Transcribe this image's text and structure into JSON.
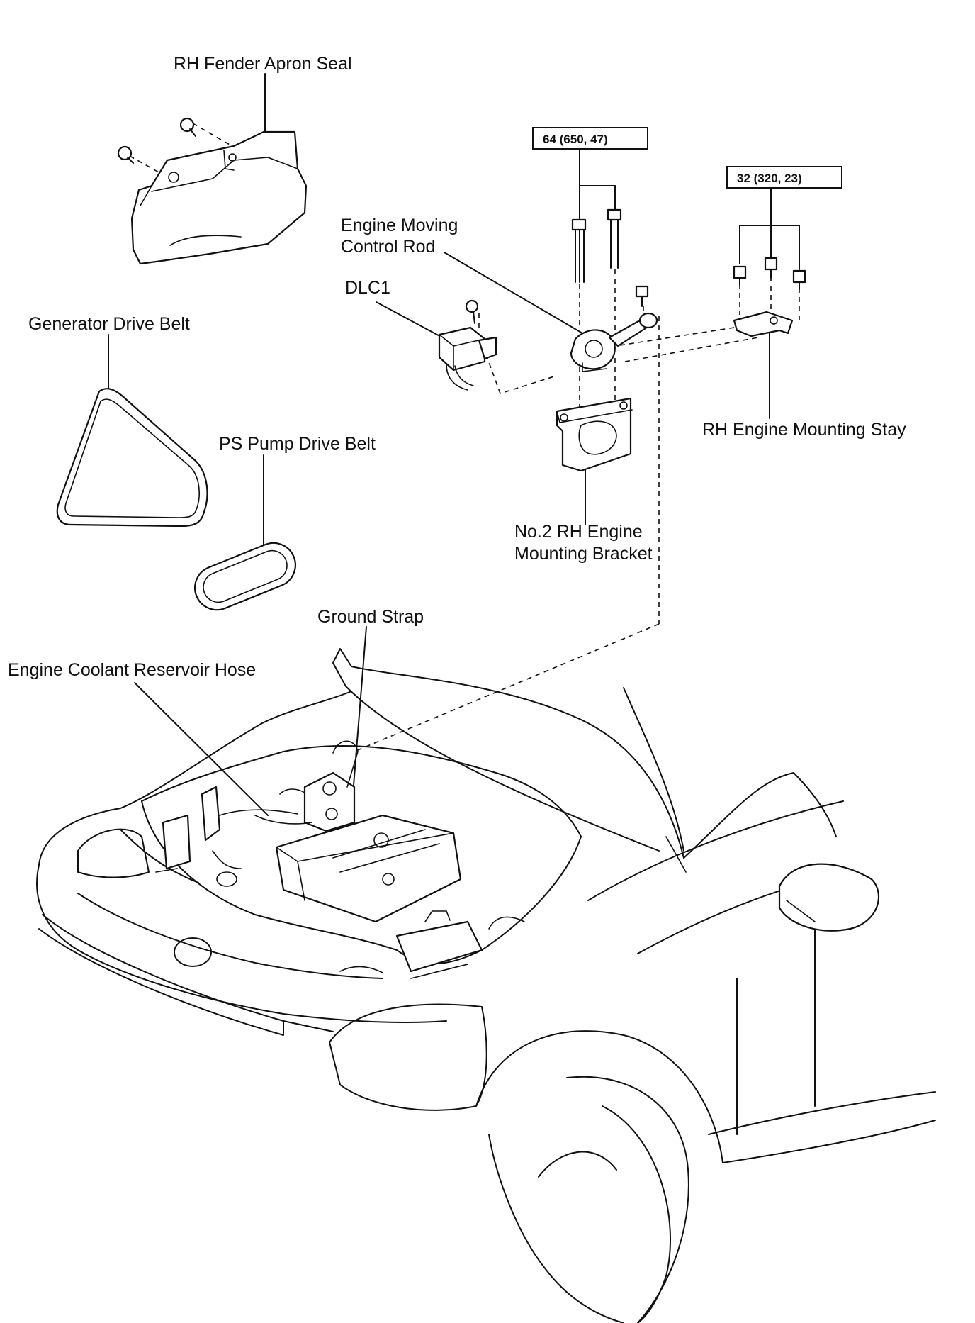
{
  "labels": {
    "fender_seal": "RH Fender Apron Seal",
    "control_rod_line1": "Engine Moving",
    "control_rod_line2": "Control Rod",
    "dlc1": "DLC1",
    "generator_belt": "Generator Drive Belt",
    "ps_pump_belt": "PS Pump Drive Belt",
    "mounting_stay": "RH Engine Mounting Stay",
    "bracket_line1": "No.2 RH Engine",
    "bracket_line2": "Mounting Bracket",
    "ground_strap": "Ground Strap",
    "coolant_hose": "Engine Coolant Reservoir Hose"
  },
  "torque_specs": {
    "control_rod_bolts": "64 (650, 47)",
    "mounting_stay_bolts": "32 (320, 23)"
  }
}
